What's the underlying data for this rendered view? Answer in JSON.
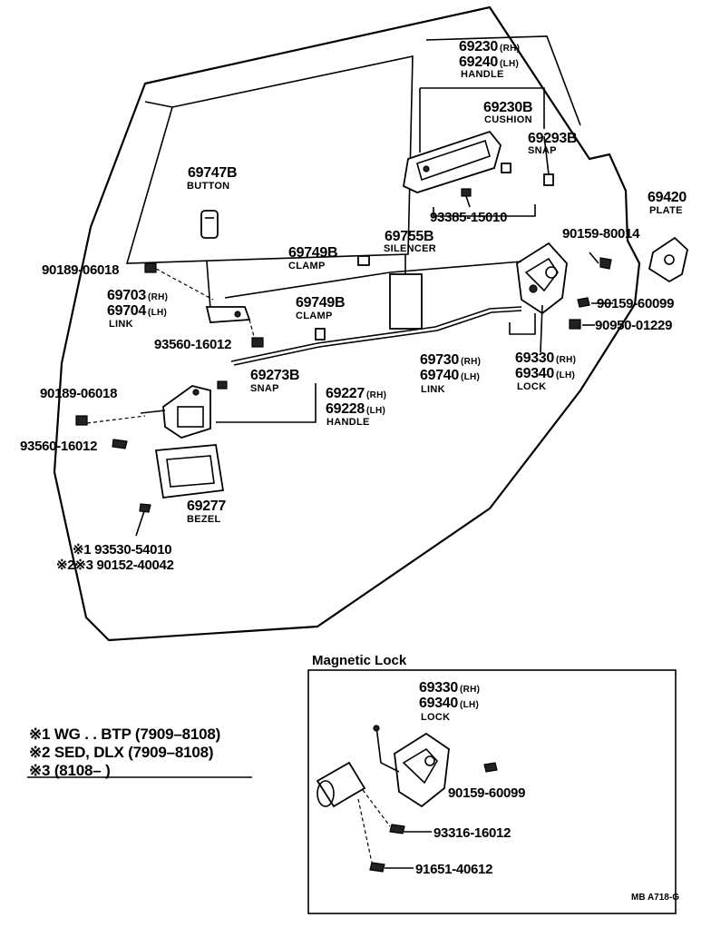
{
  "labels": {
    "p69230": {
      "num": "69230",
      "sfx": "(RH)"
    },
    "p69240": {
      "num": "69240",
      "sfx": "(LH)"
    },
    "handle_top": "HANDLE",
    "p69230b": "69230B",
    "cushion": "CUSHION",
    "p69293b": "69293B",
    "snap_top": "SNAP",
    "p93385": "93385-15010",
    "p69747b": "69747B",
    "button": "BUTTON",
    "p69420": "69420",
    "plate": "PLATE",
    "p90159_80014": "90159-80014",
    "p90189_a": "90189-06018",
    "p69749b_a": "69749B",
    "clamp_a": "CLAMP",
    "p69755b": "69755B",
    "silencer": "SILENCER",
    "p69703": {
      "num": "69703",
      "sfx": "(RH)"
    },
    "p69704": {
      "num": "69704",
      "sfx": "(LH)"
    },
    "link_left": "LINK",
    "p69749b_b": "69749B",
    "clamp_b": "CLAMP",
    "p90159_60099": "90159-60099",
    "p90950": "90950-01229",
    "p93560_a": "93560-16012",
    "p69730": {
      "num": "69730",
      "sfx": "(RH)"
    },
    "p69740": {
      "num": "69740",
      "sfx": "(LH)"
    },
    "link_mid": "LINK",
    "p69330": {
      "num": "69330",
      "sfx": "(RH)"
    },
    "p69340": {
      "num": "69340",
      "sfx": "(LH)"
    },
    "lock_main": "LOCK",
    "p69273b": "69273B",
    "snap_mid": "SNAP",
    "p90189_b": "90189-06018",
    "p69227": {
      "num": "69227",
      "sfx": "(RH)"
    },
    "p69228": {
      "num": "69228",
      "sfx": "(LH)"
    },
    "handle_mid": "HANDLE",
    "p93560_b": "93560-16012",
    "p69277": "69277",
    "bezel": "BEZEL",
    "note1": "※1  93530-54010",
    "note23": "※2※3  90152-40042"
  },
  "legend": [
    "※1 WG . . BTP (7909–8108)",
    "※2 SED, DLX  (7909–8108)",
    "※3 (8108–          )"
  ],
  "magnetic": {
    "title": "Magnetic Lock",
    "p69330": {
      "num": "69330",
      "sfx": "(RH)"
    },
    "p69340": {
      "num": "69340",
      "sfx": "(LH)"
    },
    "lock": "LOCK",
    "p90159_60099": "90159-60099",
    "p93316": "93316-16012",
    "p91651": "91651-40612"
  },
  "ref_code": "MB  A718-G"
}
